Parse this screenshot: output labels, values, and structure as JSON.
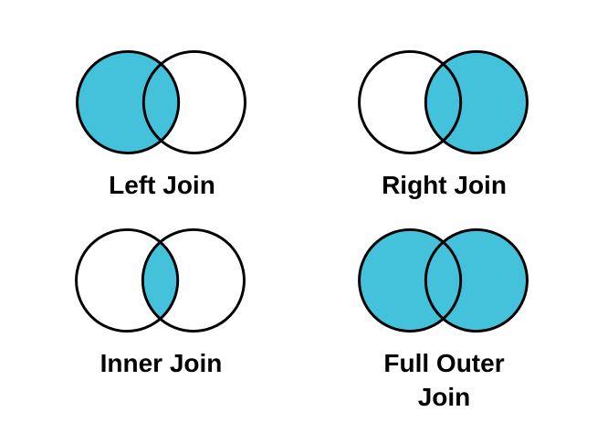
{
  "background_color": "#FFFFFF",
  "accent_color": "#45C2DB",
  "stroke_color": "#000000",
  "diagrams": [
    {
      "label": "Left Join",
      "shaded_regions": "left circle including intersection",
      "fills": {
        "left": "#45C2DB",
        "right": "#FFFFFF",
        "intersection": "#45C2DB"
      }
    },
    {
      "label": "Right Join",
      "shaded_regions": "right circle including intersection",
      "fills": {
        "left": "#FFFFFF",
        "right": "#45C2DB",
        "intersection": "#45C2DB"
      }
    },
    {
      "label": "Inner Join",
      "shaded_regions": "intersection only",
      "fills": {
        "left": "#FFFFFF",
        "right": "#FFFFFF",
        "intersection": "#45C2DB"
      }
    },
    {
      "label": "Full Outer Join",
      "shaded_regions": "both circles including intersection",
      "fills": {
        "left": "#45C2DB",
        "right": "#45C2DB",
        "intersection": "#45C2DB"
      }
    }
  ]
}
